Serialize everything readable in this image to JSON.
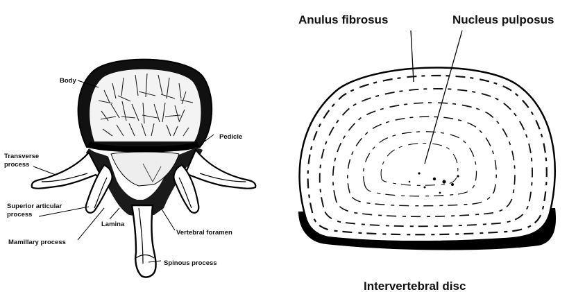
{
  "vertebra": {
    "labels": {
      "body": "Body",
      "pedicle": "Pedicle",
      "transverse_line1": "Transverse",
      "transverse_line2": "process",
      "superior_line1": "Superior articular",
      "superior_line2": "process",
      "lamina": "Lamina",
      "mamillary": "Mamillary process",
      "vertebral_foramen": "Vertebral foramen",
      "spinous": "Spinous process"
    }
  },
  "disc": {
    "labels": {
      "anulus": "Anulus fibrosus",
      "nucleus": "Nucleus pulposus",
      "caption": "Intervertebral disc"
    }
  }
}
